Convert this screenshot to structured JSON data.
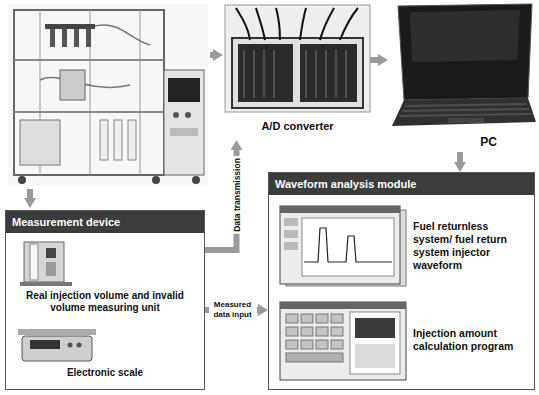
{
  "diagram": {
    "nodes": [
      {
        "text": [
          "A/D converter"
        ]
      },
      {
        "text": [
          "PC"
        ]
      },
      {
        "text": [
          "Measurement device"
        ]
      },
      {
        "text": [
          "Real injection volume and invalid volume measuring unit"
        ],
        "in": 2
      },
      {
        "text": [
          "Electronic scale"
        ],
        "in": 2
      },
      {
        "text": [
          "Waveform analysis module"
        ]
      },
      {
        "text": [
          "Fuel returnless system/ fuel return system injector waveform"
        ],
        "in": 5
      },
      {
        "text": [
          "Injection amount calculation program"
        ],
        "in": 5
      }
    ],
    "edges": [
      {
        "from": 2,
        "to": 0,
        "arrow": "to",
        "label": "Data transmission"
      },
      {
        "from": 2,
        "to": 5,
        "arrow": "to",
        "label": "Measured data input"
      },
      {
        "from": 0,
        "to": 1,
        "arrow": "to"
      },
      {
        "from": 1,
        "to": 5,
        "arrow": "to"
      }
    ]
  }
}
